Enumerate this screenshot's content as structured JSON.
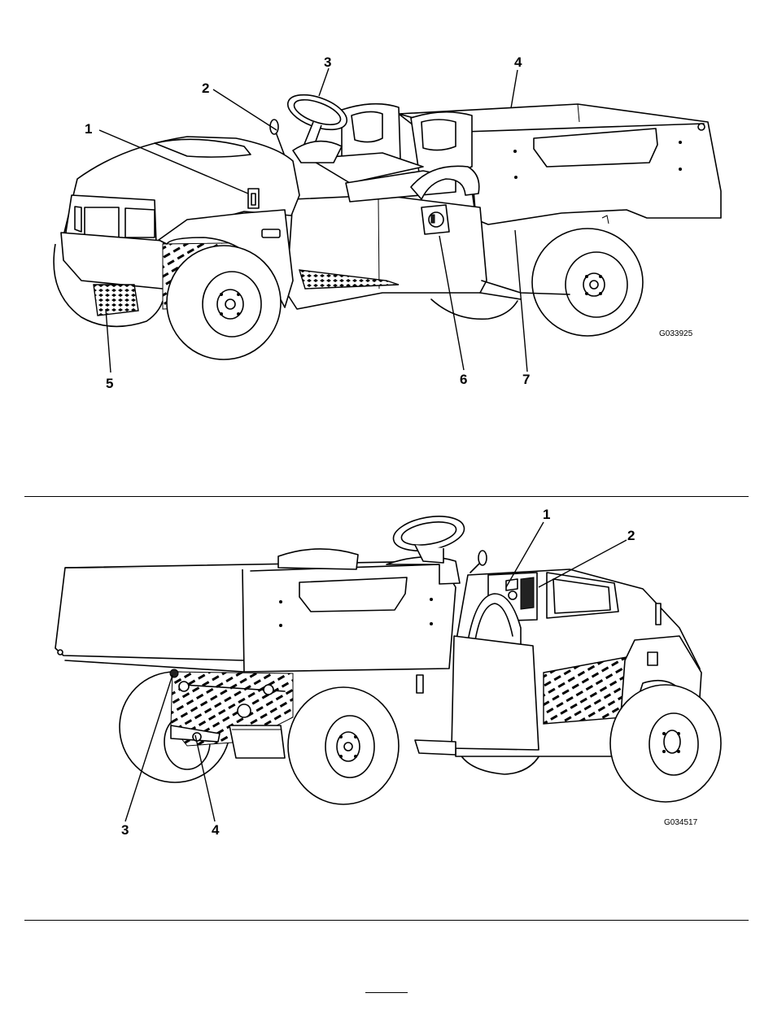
{
  "figure_1": {
    "callouts": [
      "1",
      "2",
      "3",
      "4",
      "5",
      "6",
      "7"
    ],
    "figure_id": "G033925"
  },
  "figure_2": {
    "callouts": [
      "1",
      "2",
      "3",
      "4"
    ],
    "figure_id": "G034517"
  }
}
